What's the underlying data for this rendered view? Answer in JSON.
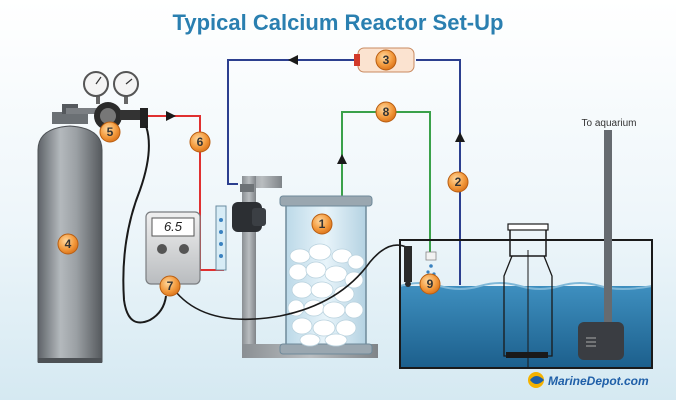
{
  "title": "Typical Calcium Reactor Set-Up",
  "destination_label": "To aquarium",
  "controller_display": "6.5",
  "logo_text": "MarineDepot.com",
  "badges": [
    {
      "num": "1",
      "part": "reaction-chamber"
    },
    {
      "num": "2",
      "part": "feed-line"
    },
    {
      "num": "3",
      "part": "feed-pump"
    },
    {
      "num": "4",
      "part": "co2-cylinder"
    },
    {
      "num": "5",
      "part": "regulator"
    },
    {
      "num": "6",
      "part": "co2-line"
    },
    {
      "num": "7",
      "part": "ph-controller"
    },
    {
      "num": "8",
      "part": "effluent-line"
    },
    {
      "num": "9",
      "part": "ph-probe"
    }
  ],
  "colors": {
    "title": "#2a7fb0",
    "badge": "#f08a2a",
    "co2_line": "#e03030",
    "feed_line": "#2c3f8f",
    "effluent_line": "#3aa14a",
    "water": "#2e7fb0",
    "cylinder": "#8a8f94"
  }
}
